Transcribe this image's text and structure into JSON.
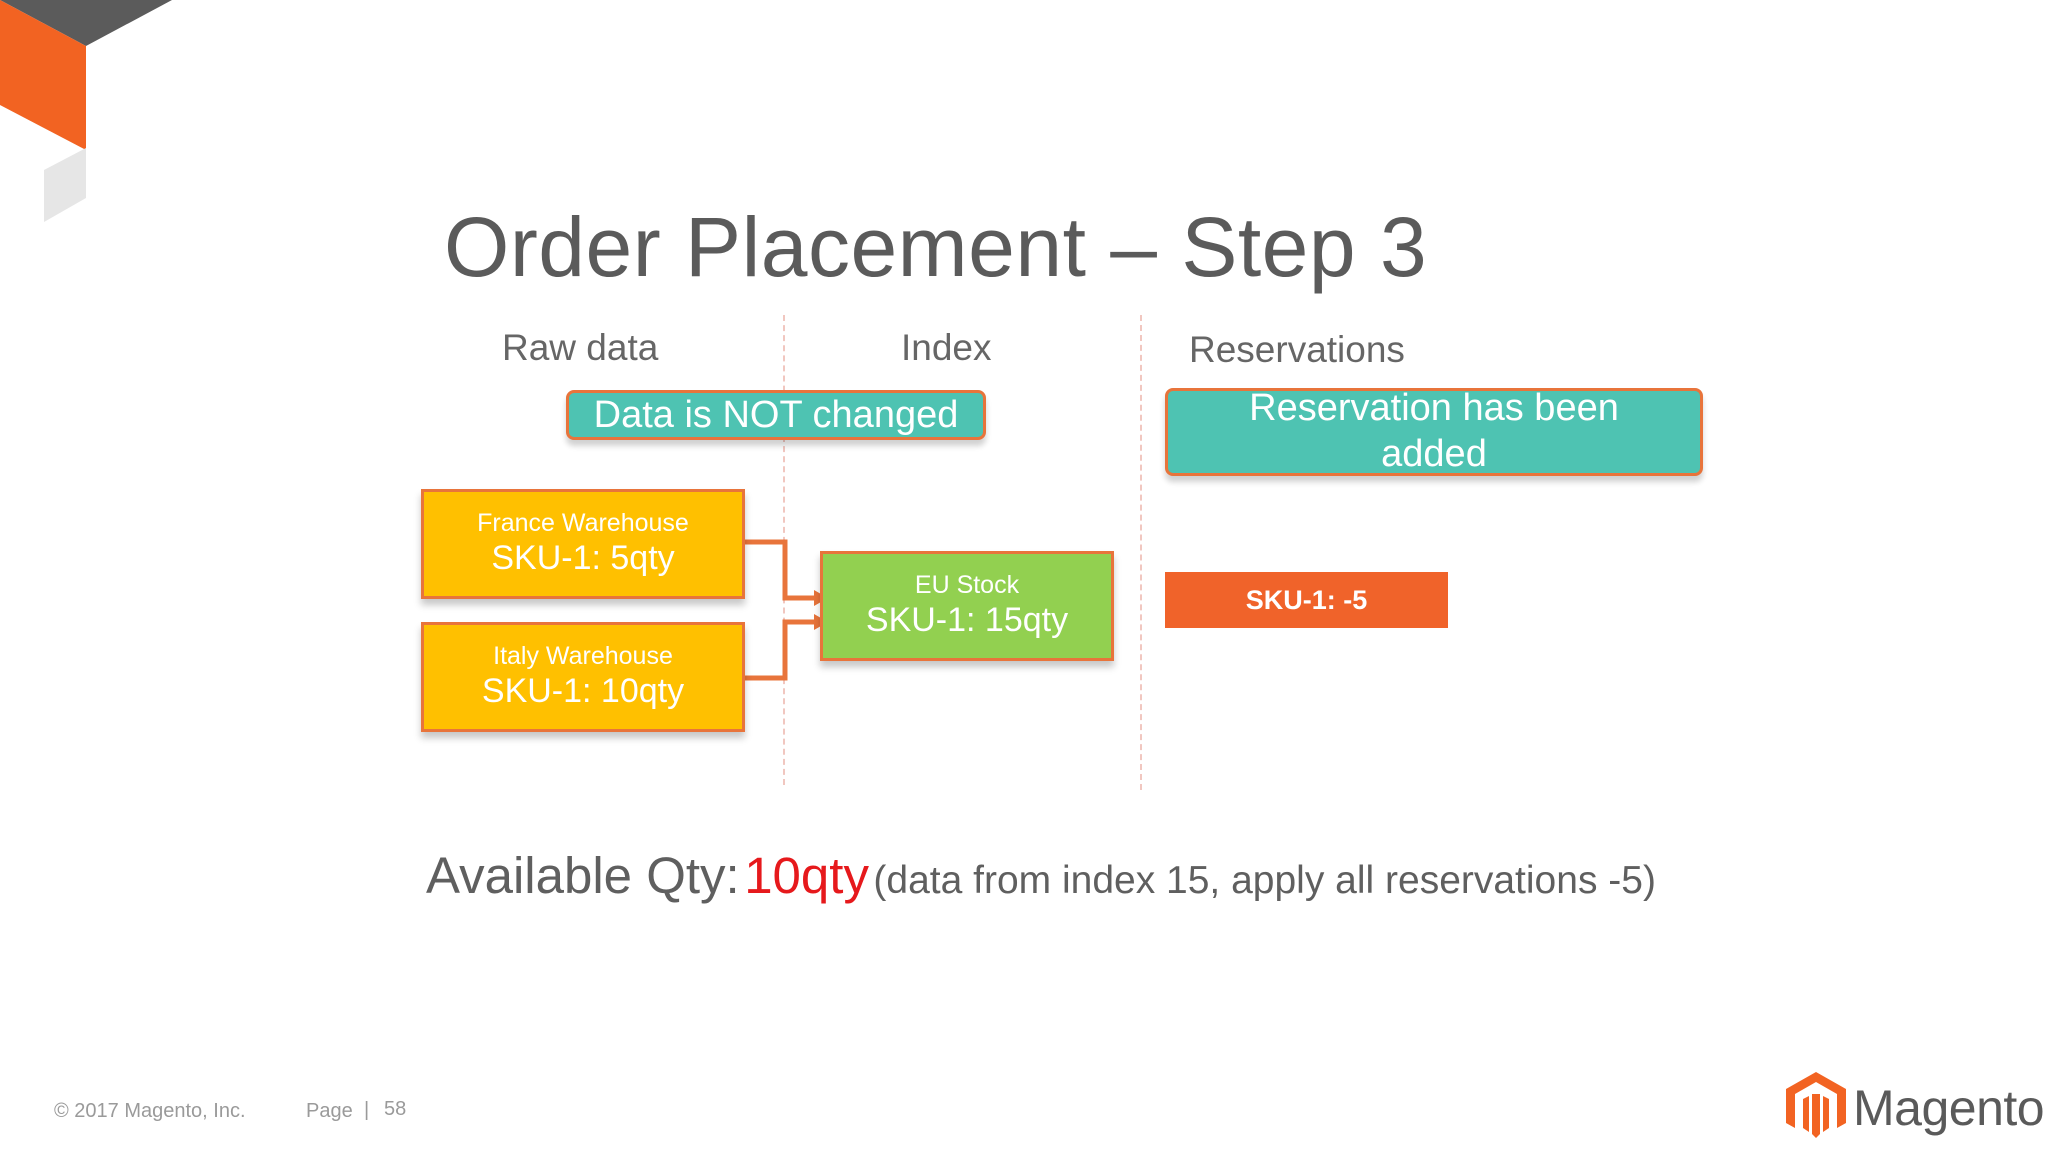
{
  "slide": {
    "title": "Order Placement – Step 3"
  },
  "columns": {
    "raw": "Raw data",
    "index": "Index",
    "reservations": "Reservations"
  },
  "callouts": {
    "raw_data": "Data is NOT changed",
    "reservations_line1": "Reservation has been",
    "reservations_line2": "added"
  },
  "warehouses": [
    {
      "label": "France Warehouse",
      "sku": "SKU-1: 5qty"
    },
    {
      "label": "Italy Warehouse",
      "sku": "SKU-1: 10qty"
    }
  ],
  "index_stock": {
    "label": "EU Stock",
    "sku": "SKU-1: 15qty"
  },
  "reservation_items": [
    "SKU-1: -5"
  ],
  "available": {
    "label": "Available Qty:",
    "value": "10qty",
    "note": "(data from index 15, apply all reservations -5)"
  },
  "footer": {
    "copyright": "© 2017 Magento, Inc.",
    "page_label": "Page",
    "separator": "|",
    "page_number": "58",
    "brand": "Magento"
  },
  "colors": {
    "callout_teal": "#4ec3b2",
    "warehouse_yellow": "#ffc000",
    "stock_green": "#92d050",
    "reservation_orange": "#f0632a",
    "connector_orange": "#e8743b",
    "available_value_red": "#e6191c"
  },
  "icons": {
    "corner_graphic": "corner-decoration-icon",
    "brand_logo": "magento-logo-icon"
  }
}
